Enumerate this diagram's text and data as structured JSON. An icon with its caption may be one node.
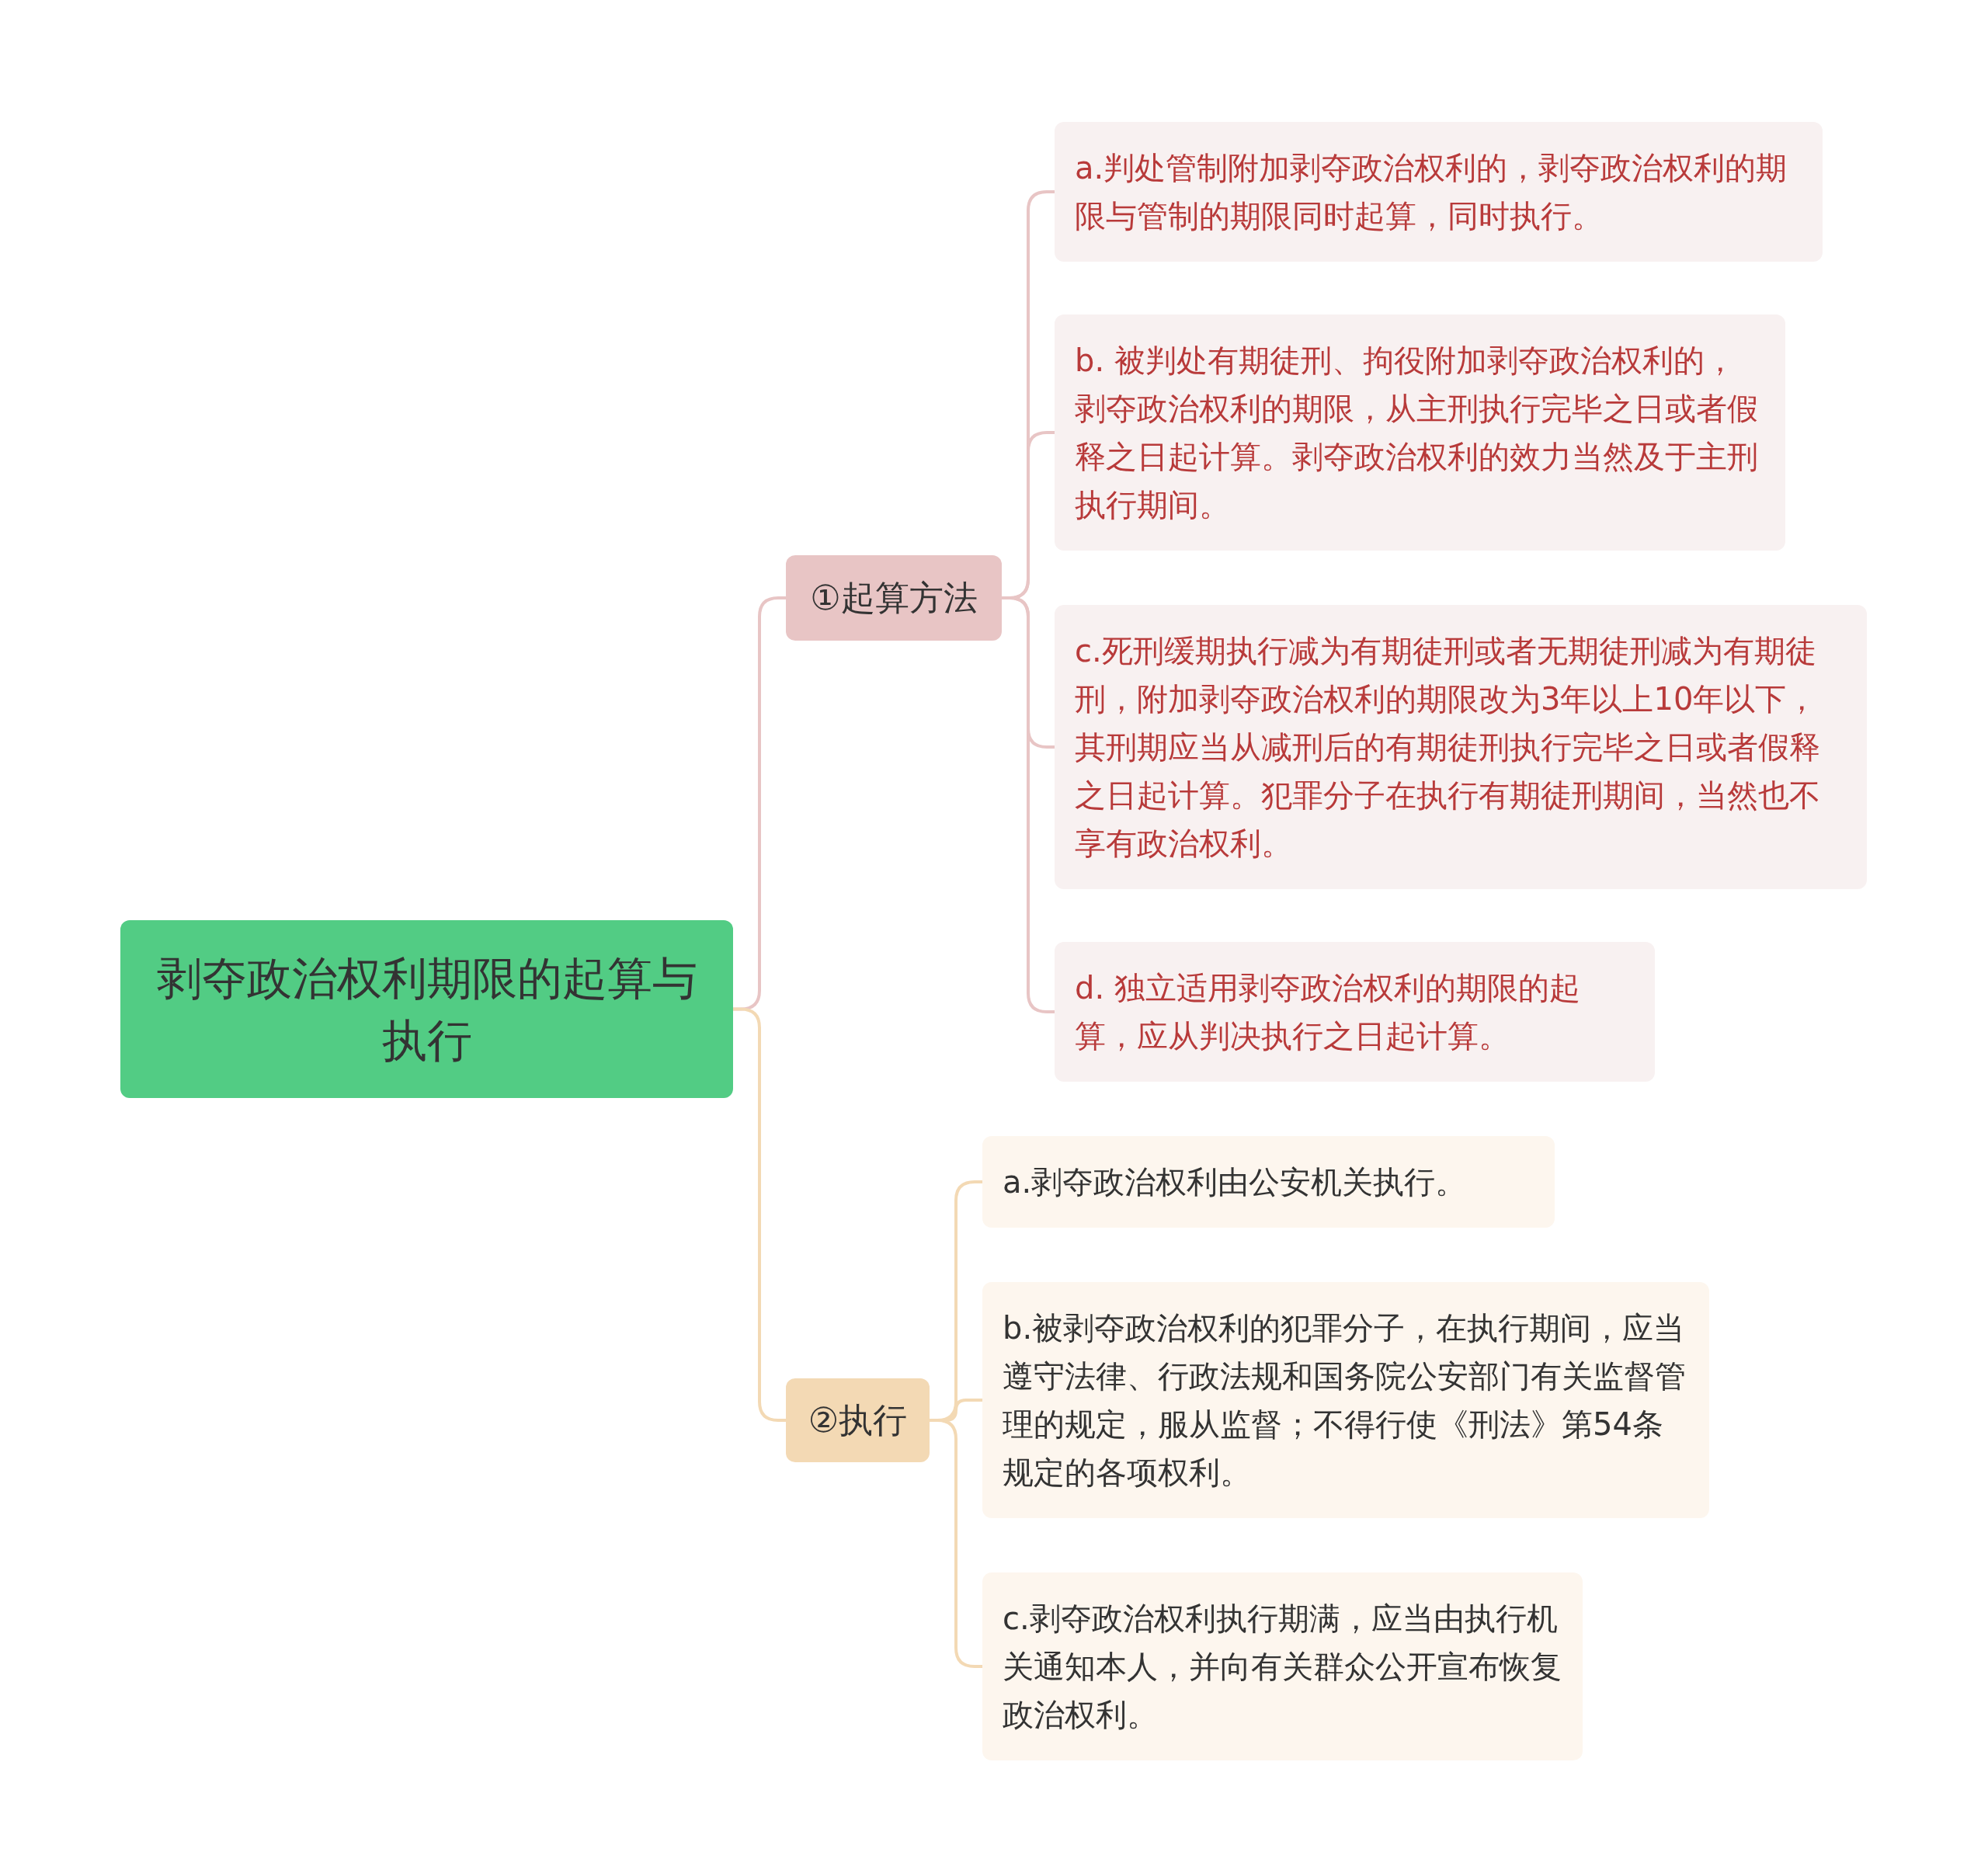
{
  "diagram": {
    "nodes": [
      {
        "text": [
          "剥夺政治权利期限的起算与执行"
        ]
      },
      {
        "text": [
          "①起算方法"
        ]
      },
      {
        "text": [
          "a.判处管制附加剥夺政治权利的，剥夺政治权利的期限与管制的期限同时起算，同时执行。"
        ]
      },
      {
        "text": [
          "b. 被判处有期徒刑、拘役附加剥夺政治权利的，剥夺政治权利的期限，从主刑执行完毕之日或者假释之日起计算。剥夺政治权利的效力当然及于主刑执行期间。"
        ]
      },
      {
        "text": [
          "c.死刑缓期执行减为有期徒刑或者无期徒刑减为有期徒刑，附加剥夺政治权利的期限改为3年以上10年以下，其刑期应当从减刑后的有期徒刑执行完毕之日或者假释之日起计算。犯罪分子在执行有期徒刑期间，当然也不享有政治权利。"
        ]
      },
      {
        "text": [
          "d. 独立适用剥夺政治权利的期限的起算，应从判决执行之日起计算。"
        ]
      },
      {
        "text": [
          "②执行"
        ]
      },
      {
        "text": [
          "a.剥夺政治权利由公安机关执行。"
        ]
      },
      {
        "text": [
          "b.被剥夺政治权利的犯罪分子，在执行期间，应当遵守法律、行政法规和国务院公安部门有关监督管理的规定，服从监督；不得行使《刑法》第54条规定的各项权利。"
        ]
      },
      {
        "text": [
          "c.剥夺政治权利执行期满，应当由执行机关通知本人，并向有关群众公开宣布恢复政治权利。"
        ]
      }
    ],
    "edges": [
      {
        "from": 0,
        "to": 1,
        "arrow": "none"
      },
      {
        "from": 1,
        "to": 2,
        "arrow": "none"
      },
      {
        "from": 1,
        "to": 3,
        "arrow": "none"
      },
      {
        "from": 1,
        "to": 4,
        "arrow": "none"
      },
      {
        "from": 1,
        "to": 5,
        "arrow": "none"
      },
      {
        "from": 0,
        "to": 6,
        "arrow": "none",
        "color": "#f3d9b4"
      },
      {
        "from": 6,
        "to": 7,
        "arrow": "none",
        "color": "#f3d9b4"
      },
      {
        "from": 6,
        "to": 8,
        "arrow": "none",
        "color": "#f3d9b4"
      },
      {
        "from": 6,
        "to": 9,
        "arrow": "none",
        "color": "#f3d9b4"
      }
    ]
  }
}
